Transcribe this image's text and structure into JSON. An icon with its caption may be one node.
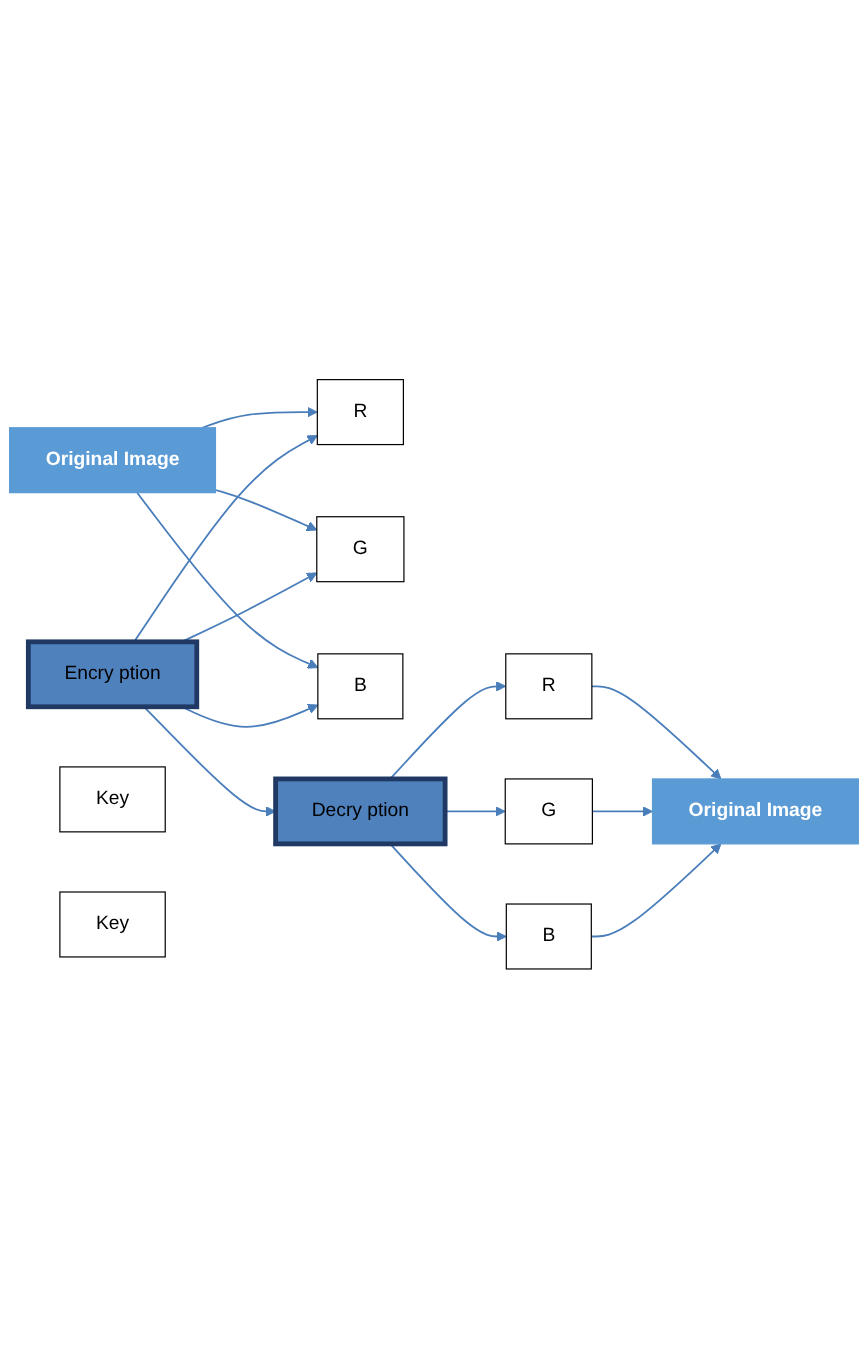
{
  "diagram": {
    "nodes": [
      {
        "text": [
          "Original Image"
        ]
      },
      {
        "text": [
          "R"
        ]
      },
      {
        "text": [
          "G"
        ]
      },
      {
        "text": [
          "B"
        ]
      },
      {
        "text": [
          "Encry ption"
        ]
      },
      {
        "text": [
          "Key"
        ]
      },
      {
        "text": [
          "Original Image"
        ]
      },
      {
        "text": [
          "R"
        ]
      },
      {
        "text": [
          "G"
        ]
      },
      {
        "text": [
          "B"
        ]
      },
      {
        "text": [
          "Decry ption"
        ]
      },
      {
        "text": [
          "Key"
        ]
      }
    ],
    "edges": [
      {
        "from": 0,
        "to": 1,
        "arrow": "to"
      },
      {
        "from": 0,
        "to": 2,
        "arrow": "to"
      },
      {
        "from": 0,
        "to": 3,
        "arrow": "to"
      },
      {
        "from": 4,
        "to": 1,
        "arrow": "to"
      },
      {
        "from": 4,
        "to": 2,
        "arrow": "to"
      },
      {
        "from": 4,
        "to": 3,
        "arrow": "to"
      },
      {
        "from": 4,
        "to": 10,
        "arrow": "to"
      },
      {
        "from": 10,
        "to": 7,
        "arrow": "to"
      },
      {
        "from": 10,
        "to": 8,
        "arrow": "to"
      },
      {
        "from": 10,
        "to": 9,
        "arrow": "to"
      },
      {
        "from": 7,
        "to": 6,
        "arrow": "to"
      },
      {
        "from": 8,
        "to": 6,
        "arrow": "to"
      },
      {
        "from": 9,
        "to": 6,
        "arrow": "to"
      }
    ]
  }
}
